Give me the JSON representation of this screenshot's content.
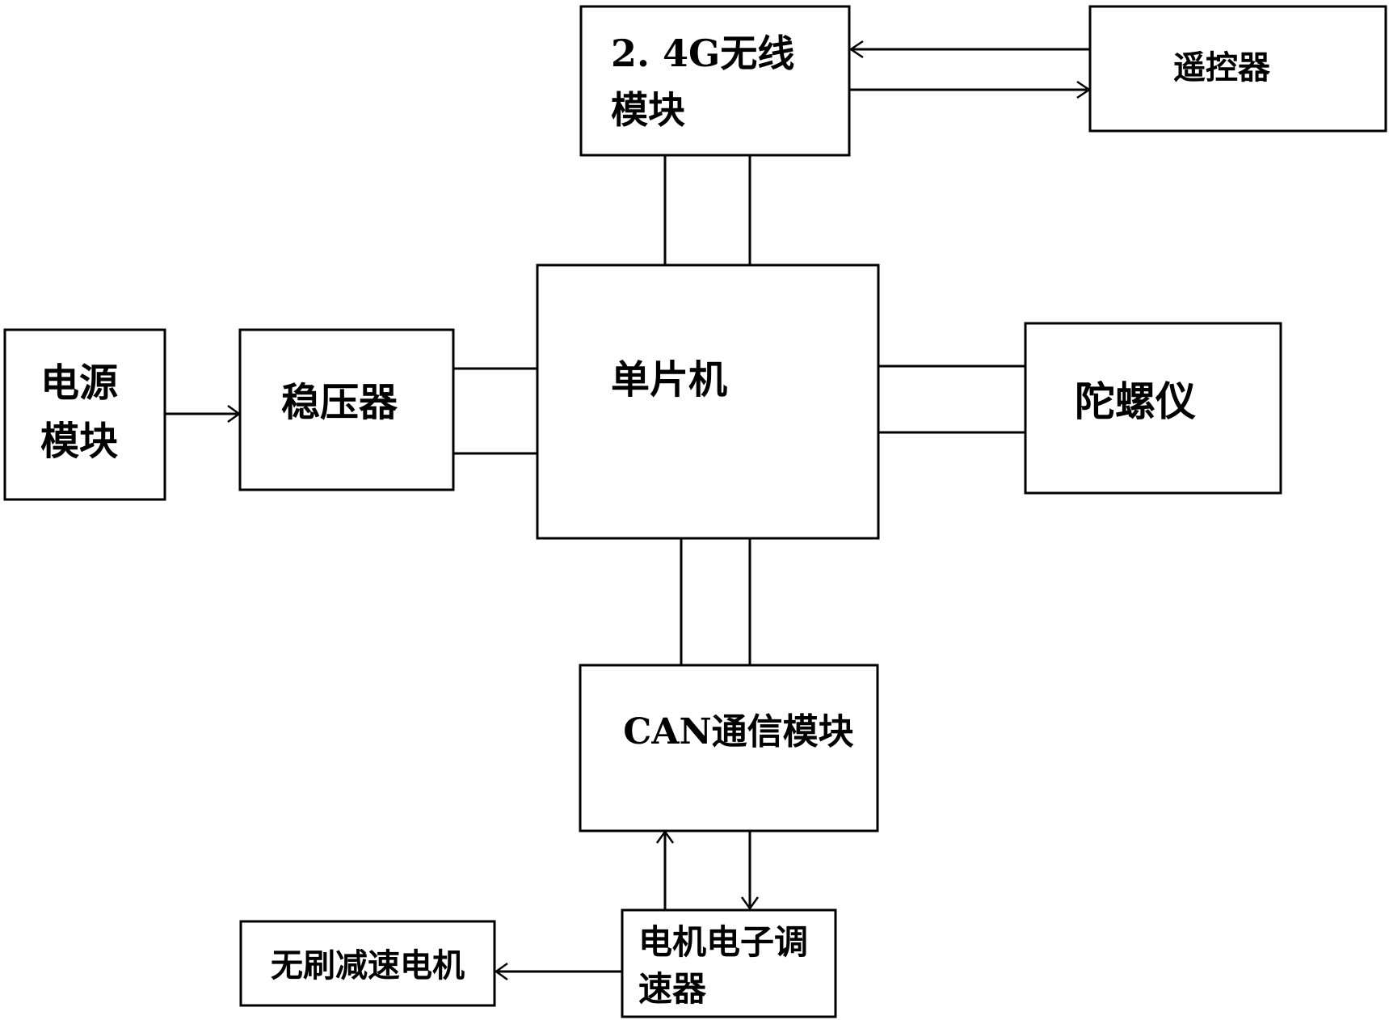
{
  "blocks": {
    "wireless": {
      "line1": "2. 4G无线",
      "line2": "模块"
    },
    "remote": {
      "label": "遥控器"
    },
    "mcu": {
      "label": "单片机"
    },
    "power": {
      "line1": "电源",
      "line2": "模块"
    },
    "regulator": {
      "label": "稳压器"
    },
    "gyro": {
      "label": "陀螺仪"
    },
    "can": {
      "label": "CAN通信模块"
    },
    "esc": {
      "line1": "电机电子调",
      "line2": "速器"
    },
    "motor": {
      "label": "无刷减速电机"
    }
  }
}
